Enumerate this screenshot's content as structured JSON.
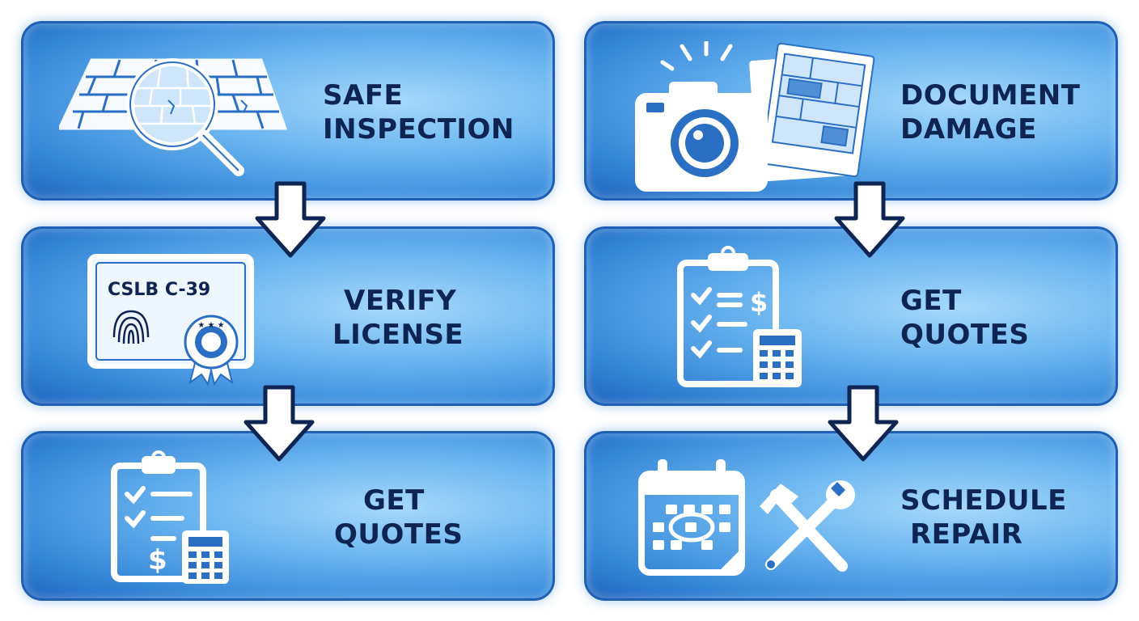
{
  "left_column": [
    {
      "id": "safe-inspection",
      "line1": "SAFE",
      "line2": "INSPECTION",
      "icon": "magnifier-over-roof-tiles-icon"
    },
    {
      "id": "verify-license",
      "line1": "VERIFY",
      "line2": "LICENSE",
      "icon": "license-certificate-icon",
      "certificate_text": "CSLB C-39"
    },
    {
      "id": "get-quotes-left",
      "line1": "GET",
      "line2": "QUOTES",
      "icon": "clipboard-calculator-icon"
    }
  ],
  "right_column": [
    {
      "id": "document-damage",
      "line1": "DOCUMENT",
      "line2": "DAMAGE",
      "icon": "camera-photos-icon"
    },
    {
      "id": "get-quotes-right",
      "line1": "GET",
      "line2": "QUOTES",
      "icon": "clipboard-calculator-icon"
    },
    {
      "id": "schedule-repair",
      "line1": "SCHEDULE",
      "line2": "REPAIR",
      "icon": "calendar-tools-icon"
    }
  ],
  "colors": {
    "card_light": "#a6d8fb",
    "card_dark": "#1e63bd",
    "border": "#1f5fb5",
    "label_text": "#0e2553",
    "icon_stroke": "#ffffff",
    "icon_fill_blue": "#2a6fc4"
  }
}
